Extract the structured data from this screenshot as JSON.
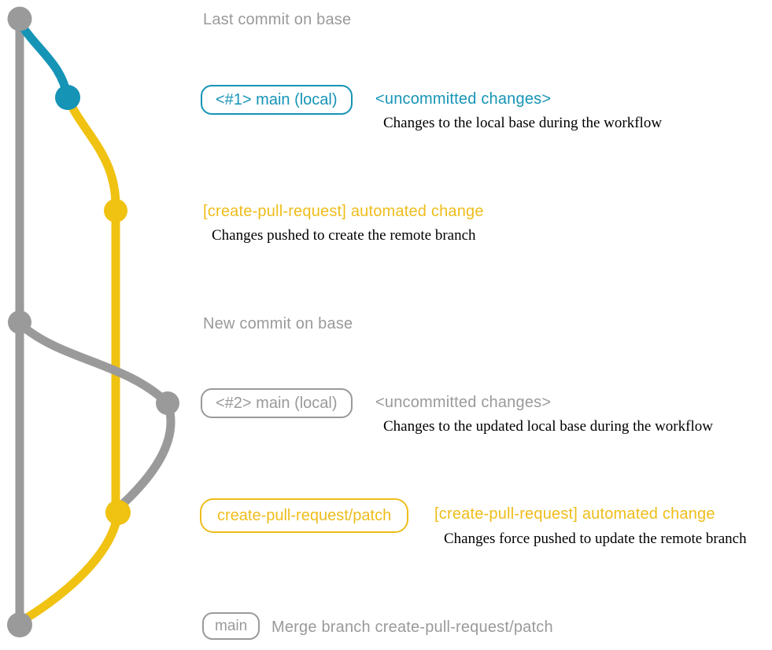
{
  "colors": {
    "gray": "#9a9a9a",
    "blue": "#1594b6",
    "yellow": "#f0c211",
    "yellow_text": "#eebd1a",
    "caption_text": "#000000",
    "background": "#ffffff"
  },
  "graph": {
    "commit_dots": [
      {
        "id": "last-commit-on-base",
        "color": "gray"
      },
      {
        "id": "uncommitted-changes-1",
        "color": "blue"
      },
      {
        "id": "automated-change-1",
        "color": "yellow"
      },
      {
        "id": "new-commit-on-base",
        "color": "gray"
      },
      {
        "id": "uncommitted-changes-2",
        "color": "gray"
      },
      {
        "id": "automated-change-2",
        "color": "yellow"
      },
      {
        "id": "merge-commit",
        "color": "gray"
      }
    ]
  },
  "rows": {
    "row1": {
      "text": "Last commit on base"
    },
    "row2": {
      "pill": "<#1> main (local)",
      "title": "<uncommitted changes>",
      "caption": "Changes to the local base during the workflow"
    },
    "row3": {
      "title": "[create-pull-request] automated change",
      "caption": "Changes pushed to create the remote branch"
    },
    "row4": {
      "text": "New commit on base"
    },
    "row5": {
      "pill": "<#2> main (local)",
      "title": "<uncommitted changes>",
      "caption": "Changes to the updated local base during the workflow"
    },
    "row6": {
      "pill": "create-pull-request/patch",
      "title": "[create-pull-request] automated change",
      "caption": "Changes force pushed to update the remote branch"
    },
    "row7": {
      "pill": "main",
      "text": "Merge branch create-pull-request/patch"
    }
  }
}
